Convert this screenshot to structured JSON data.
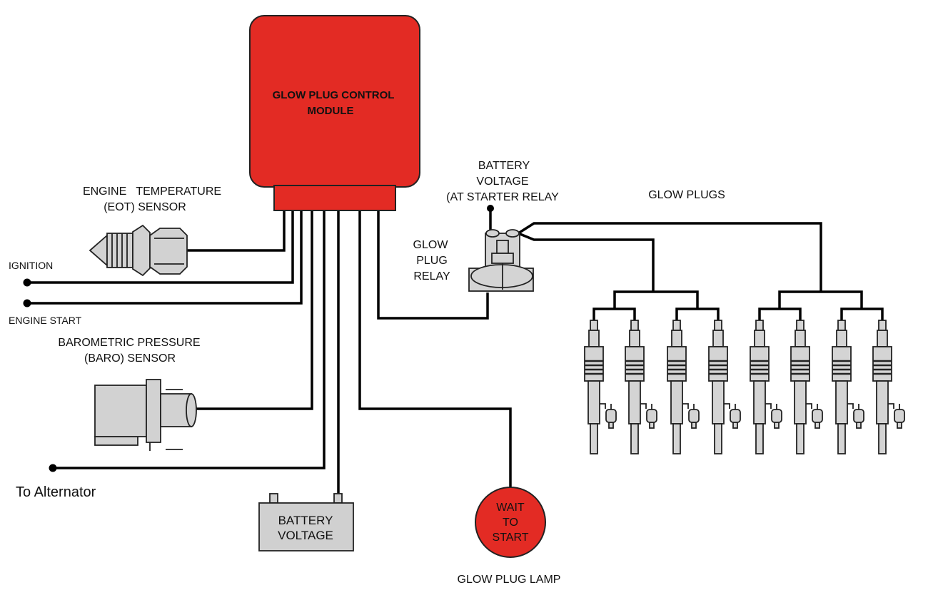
{
  "module": {
    "label_line1": "GLOW PLUG CONTROL",
    "label_line2": "MODULE",
    "color": "#e32b24"
  },
  "eot_sensor": {
    "label_line1": "ENGINE   TEMPERATURE",
    "label_line2": "(EOT) SENSOR"
  },
  "inputs": {
    "ignition": "IGNITION",
    "engine_start": "ENGINE START",
    "alternator": "To Alternator"
  },
  "baro_sensor": {
    "label_line1": "BAROMETRIC PRESSURE",
    "label_line2": "(BARO) SENSOR"
  },
  "battery": {
    "label_line1": "BATTERY",
    "label_line2": "VOLTAGE",
    "color": "#d0d0d0"
  },
  "lamp": {
    "text_line1": "WAIT",
    "text_line2": "TO",
    "text_line3": "START",
    "caption": "GLOW PLUG LAMP",
    "color": "#e32b24"
  },
  "relay": {
    "label_line1": "GLOW",
    "label_line2": "PLUG",
    "label_line3": "RELAY"
  },
  "starter_voltage": {
    "label_line1": "BATTERY",
    "label_line2": "VOLTAGE",
    "label_line3": "(AT STARTER RELAY"
  },
  "glow_plugs": {
    "label": "GLOW PLUGS",
    "count": 8
  }
}
